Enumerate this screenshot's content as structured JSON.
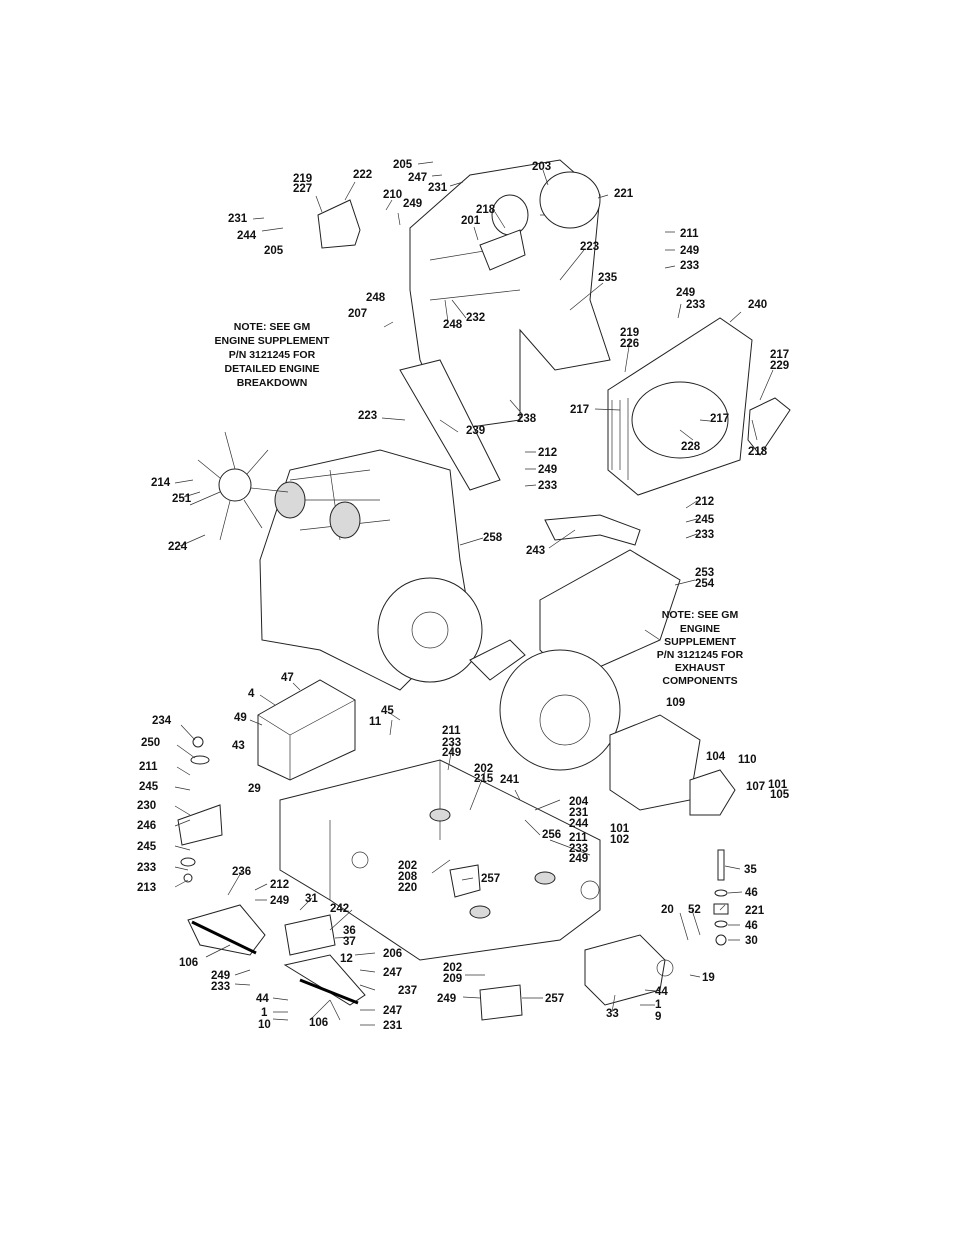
{
  "notes": {
    "engine": [
      "NOTE: SEE GM",
      "ENGINE SUPPLEMENT",
      "P/N 3121245 FOR",
      "DETAILED ENGINE",
      "BREAKDOWN"
    ],
    "exhaust": [
      "NOTE: SEE GM",
      "ENGINE",
      "SUPPLEMENT",
      "P/N 3121245 FOR",
      "EXHAUST",
      "COMPONENTS"
    ]
  },
  "callouts": [
    "205",
    "247",
    "231",
    "203",
    "221",
    "219",
    "227",
    "222",
    "210",
    "249",
    "218",
    "201",
    "231",
    "244",
    "205",
    "223",
    "235",
    "211",
    "249",
    "233",
    "248",
    "207",
    "248",
    "232",
    "249",
    "233",
    "240",
    "219",
    "226",
    "217",
    "229",
    "223",
    "239",
    "238",
    "217",
    "217",
    "228",
    "218",
    "212",
    "249",
    "233",
    "214",
    "251",
    "224",
    "258",
    "212",
    "245",
    "233",
    "243",
    "253",
    "254",
    "47",
    "4",
    "49",
    "45",
    "11",
    "211",
    "233",
    "249",
    "234",
    "43",
    "250",
    "29",
    "202",
    "215",
    "241",
    "109",
    "104",
    "110",
    "107",
    "101",
    "105",
    "211",
    "204",
    "231",
    "244",
    "101",
    "102",
    "245",
    "256",
    "211",
    "233",
    "249",
    "230",
    "246",
    "245",
    "233",
    "213",
    "202",
    "208",
    "220",
    "257",
    "35",
    "236",
    "212",
    "249",
    "31",
    "242",
    "36",
    "37",
    "46",
    "221",
    "20",
    "52",
    "46",
    "30",
    "106",
    "206",
    "12",
    "247",
    "237",
    "249",
    "233",
    "202",
    "209",
    "19",
    "44",
    "1",
    "10",
    "106",
    "247",
    "231",
    "249",
    "257",
    "44",
    "33",
    "1",
    "9"
  ]
}
